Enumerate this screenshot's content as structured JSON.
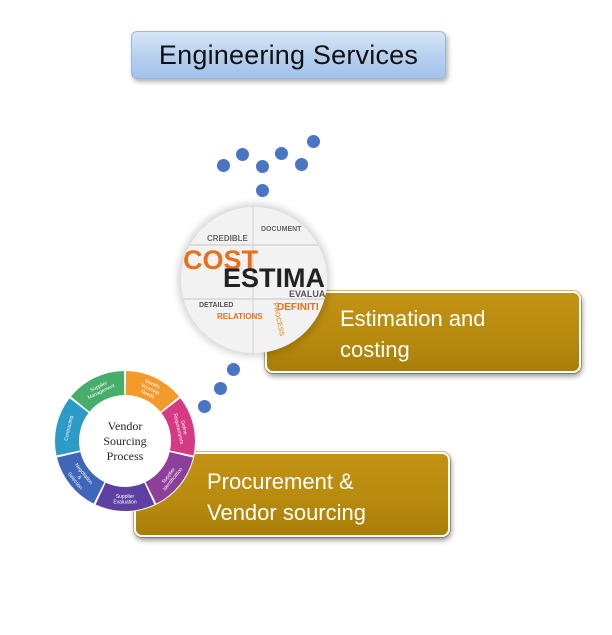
{
  "title": "Engineering Services",
  "services": [
    {
      "line1": "Estimation and",
      "line2": "costing"
    },
    {
      "line1": "Procurement &",
      "line2": "Vendor sourcing"
    }
  ],
  "estimate_image": {
    "words": [
      "CREDIBLE",
      "DOCUMENT",
      "COST",
      "ESTIMA",
      "EVALUA",
      "DEFINITI",
      "DETAILED",
      "RELATIONS",
      "PROCESS"
    ]
  },
  "vendor_wheel": {
    "center_lines": [
      "Vendor",
      "Sourcing",
      "Process"
    ],
    "segments": [
      {
        "lines": [
          "Identify",
          "Sourcing",
          "Needs"
        ],
        "color": "#f39a2b"
      },
      {
        "lines": [
          "Define",
          "Requirements"
        ],
        "color": "#d63a85"
      },
      {
        "lines": [
          "Supplier",
          "Identification"
        ],
        "color": "#8e3f99"
      },
      {
        "lines": [
          "Supplier",
          "Evaluation"
        ],
        "color": "#5e40a3"
      },
      {
        "lines": [
          "Negotiation",
          "&",
          "Selection"
        ],
        "color": "#3f66b9"
      },
      {
        "lines": [
          "Contracting"
        ],
        "color": "#2d9bc7"
      },
      {
        "lines": [
          "Supplier",
          "Management"
        ],
        "color": "#46ad6a"
      }
    ]
  },
  "colors": {
    "accent_gold": "#b78a0d",
    "dot_blue": "#4a74c4",
    "title_blue": "#b5cfee"
  }
}
